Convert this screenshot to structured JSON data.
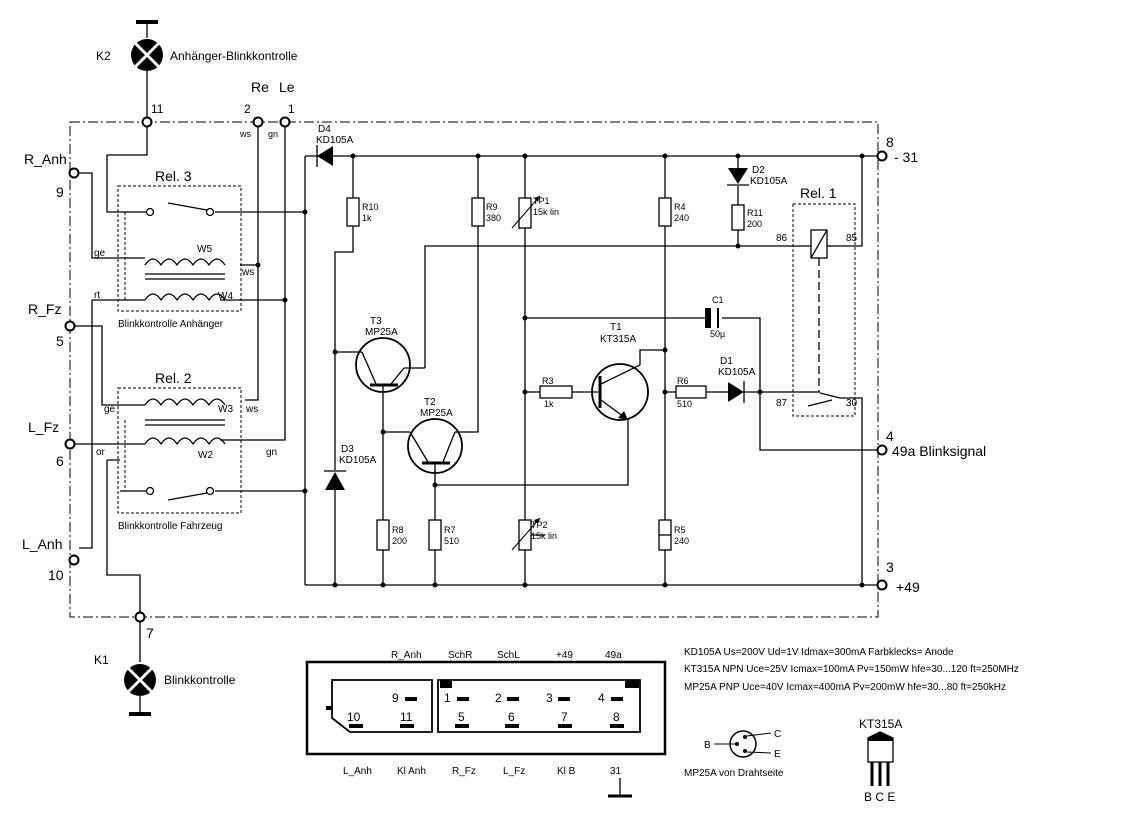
{
  "lamps": {
    "k2": {
      "id": "K2",
      "label": "Anhänger-Blinkkontrolle"
    },
    "k1": {
      "id": "K1",
      "label": "Blinkkontrolle"
    }
  },
  "terminals": {
    "t11": "11",
    "t2": "2",
    "t1": "1",
    "re": "Re",
    "le": "Le",
    "t8": "8",
    "t31": "- 31",
    "t4": "4",
    "t49a": "49a Blinksignal",
    "t3": "3",
    "t49": "+49",
    "t7": "7",
    "r_anh": "R_Anh",
    "t9": "9",
    "r_fz": "R_Fz",
    "t5": "5",
    "l_fz": "L_Fz",
    "t6": "6",
    "l_anh": "L_Anh",
    "t10": "10"
  },
  "wires": {
    "ws_top": "ws",
    "gn_top": "gn",
    "ge": "ge",
    "ws_mid": "ws",
    "rt": "rt",
    "ge2": "ge",
    "ws_low": "ws",
    "or": "or",
    "gn_low": "gn"
  },
  "relays": {
    "rel3": "Rel. 3",
    "rel2": "Rel. 2",
    "rel1": "Rel. 1",
    "w5": "W5",
    "w4": "W4",
    "w3": "W3",
    "w2": "W2",
    "anh_caption": "Blinkkontrolle Anhänger",
    "fz_caption": "Blinkkontrolle Fahrzeug",
    "pin86": "86",
    "pin85": "85",
    "pin87": "87",
    "pin30": "30"
  },
  "components": {
    "d4": {
      "name": "D4",
      "type": "KD105A"
    },
    "d2": {
      "name": "D2",
      "type": "KD105A"
    },
    "d1": {
      "name": "D1",
      "type": "KD105A"
    },
    "d3": {
      "name": "D3",
      "type": "KD105A"
    },
    "r10": {
      "name": "R10",
      "value": "1k"
    },
    "r9": {
      "name": "R9",
      "value": "380"
    },
    "tp1": {
      "name": "TP1",
      "value": "15k lin"
    },
    "r4": {
      "name": "R4",
      "value": "240"
    },
    "r11": {
      "name": "R11",
      "value": "200"
    },
    "c1": {
      "name": "C1",
      "value": "50µ"
    },
    "t3": {
      "name": "T3",
      "type": "MP25A"
    },
    "t2": {
      "name": "T2",
      "type": "MP25A"
    },
    "t1": {
      "name": "T1",
      "type": "KT315A"
    },
    "r3": {
      "name": "R3",
      "value": "1k"
    },
    "r6": {
      "name": "R6",
      "value": "510"
    },
    "r8": {
      "name": "R8",
      "value": "200"
    },
    "r7": {
      "name": "R7",
      "value": "510"
    },
    "tp2": {
      "name": "TP2",
      "value": "15k lin"
    },
    "r5": {
      "name": "R5",
      "value": "240"
    }
  },
  "connector": {
    "top_labels": [
      "R_Anh",
      "SchR",
      "SchL",
      "+49",
      "49a"
    ],
    "bottom_labels": [
      "L_Anh",
      "Kl Anh",
      "R_Fz",
      "L_Fz",
      "Kl B",
      "31"
    ],
    "pins_upper": [
      "9",
      "1",
      "2",
      "3",
      "4"
    ],
    "pins_lower": [
      "10",
      "11",
      "5",
      "6",
      "7",
      "8"
    ]
  },
  "specs": {
    "kd105a": "KD105A Us=200V Ud=1V Idmax=300mA Farbklecks= Anode",
    "kt315a": "KT315A NPN Uce=25V Icmax=100mA Pv=150mW hfe=30...120 ft=250MHz",
    "mp25a": "MP25A PNP Uce=40V Icmax=400mA Pv=200mW hfe=30...80 ft=250kHz"
  },
  "pinouts": {
    "mp25a": {
      "b": "B",
      "c": "C",
      "e": "E",
      "caption": "MP25A von Drahtseite"
    },
    "kt315a": {
      "title": "KT315A",
      "pins": "B C E"
    }
  }
}
